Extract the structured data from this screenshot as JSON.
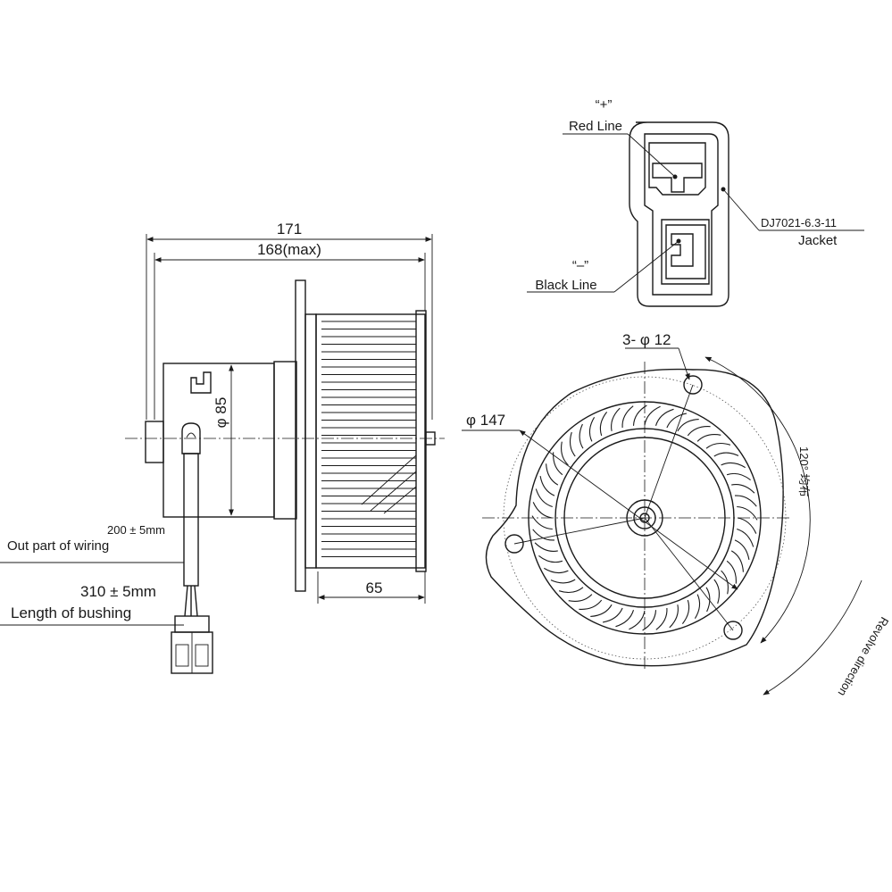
{
  "side_view": {
    "dim_overall": "171",
    "dim_max": "168(max)",
    "dim_motor_dia": "φ 85",
    "dim_wheel_width": "65",
    "wiring_length": "200 ± 5mm",
    "wiring_label": "Out part of wiring",
    "bushing_length": "310 ± 5mm",
    "bushing_label": "Length of bushing"
  },
  "connector": {
    "plus_symbol": "“+”",
    "red_label": "Red Line",
    "minus_symbol": "“–”",
    "black_label": "Black Line",
    "part_number": "DJ7021-6.3-11",
    "jacket_label": "Jacket"
  },
  "front_view": {
    "holes_label": "3- φ 12",
    "wheel_dia": "φ 147",
    "spacing_label": "120° 均布",
    "revolve_label": "Revolve direction"
  }
}
